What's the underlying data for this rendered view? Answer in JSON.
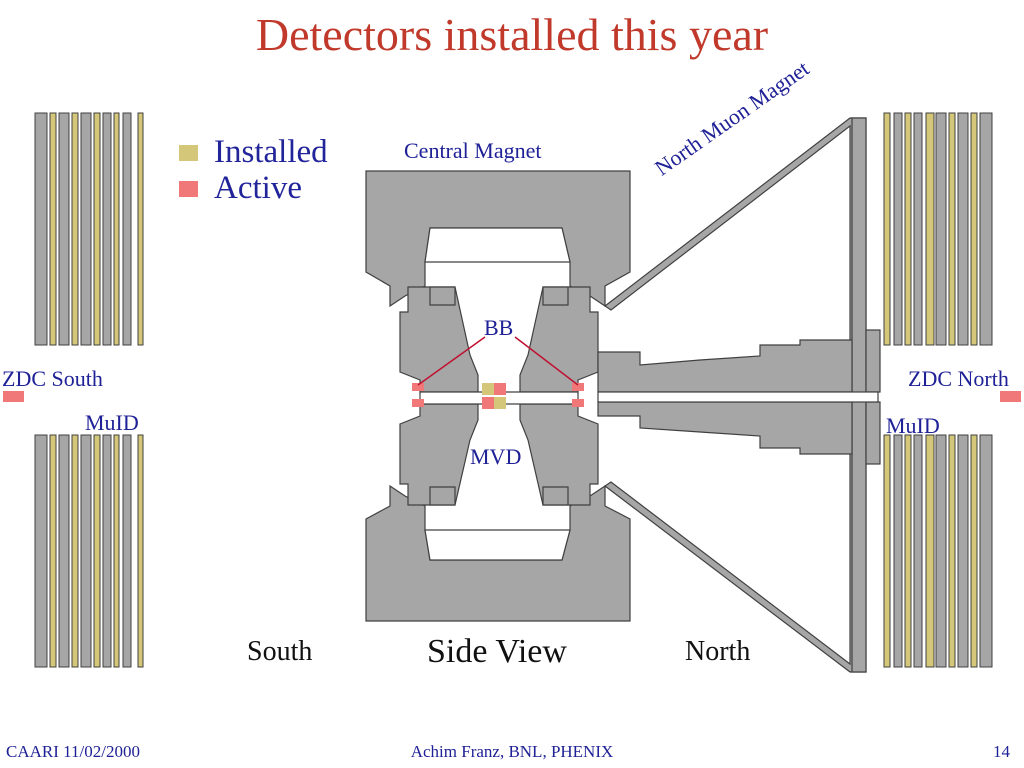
{
  "title": "Detectors installed this year",
  "legend": [
    {
      "label": "Installed",
      "color": "#d4c77a"
    },
    {
      "label": "Active",
      "color": "#f07878"
    }
  ],
  "labels": {
    "central_magnet": "Central Magnet",
    "north_muon_magnet": "North Muon Magnet",
    "bb": "BB",
    "mvd": "MVD",
    "zdc_south": "ZDC South",
    "zdc_north": "ZDC North",
    "muid_south": "MuID",
    "muid_north": "MuID",
    "south": "South",
    "side_view": "Side View",
    "north": "North"
  },
  "footer": {
    "left": "CAARI 11/02/2000",
    "center": "Achim Franz, BNL, PHENIX",
    "right": "14"
  },
  "colors": {
    "gray": "#a6a6a6",
    "outline": "#404040",
    "installed": "#d4c77a",
    "active": "#f07878",
    "title": "#c0392b",
    "label": "#1f2196"
  }
}
